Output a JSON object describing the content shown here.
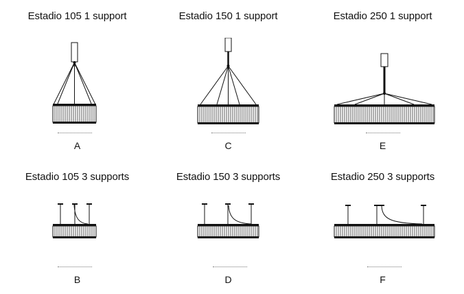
{
  "items": [
    {
      "title": "Estadio 105 1 support",
      "letter": "A"
    },
    {
      "title": "Estadio 150 1 support",
      "letter": "C"
    },
    {
      "title": "Estadio 250 1 support",
      "letter": "E"
    },
    {
      "title": "Estadio 105 3 supports",
      "letter": "B"
    },
    {
      "title": "Estadio 150 3 supports",
      "letter": "D"
    },
    {
      "title": "Estadio 250 3 supports",
      "letter": "F"
    }
  ]
}
